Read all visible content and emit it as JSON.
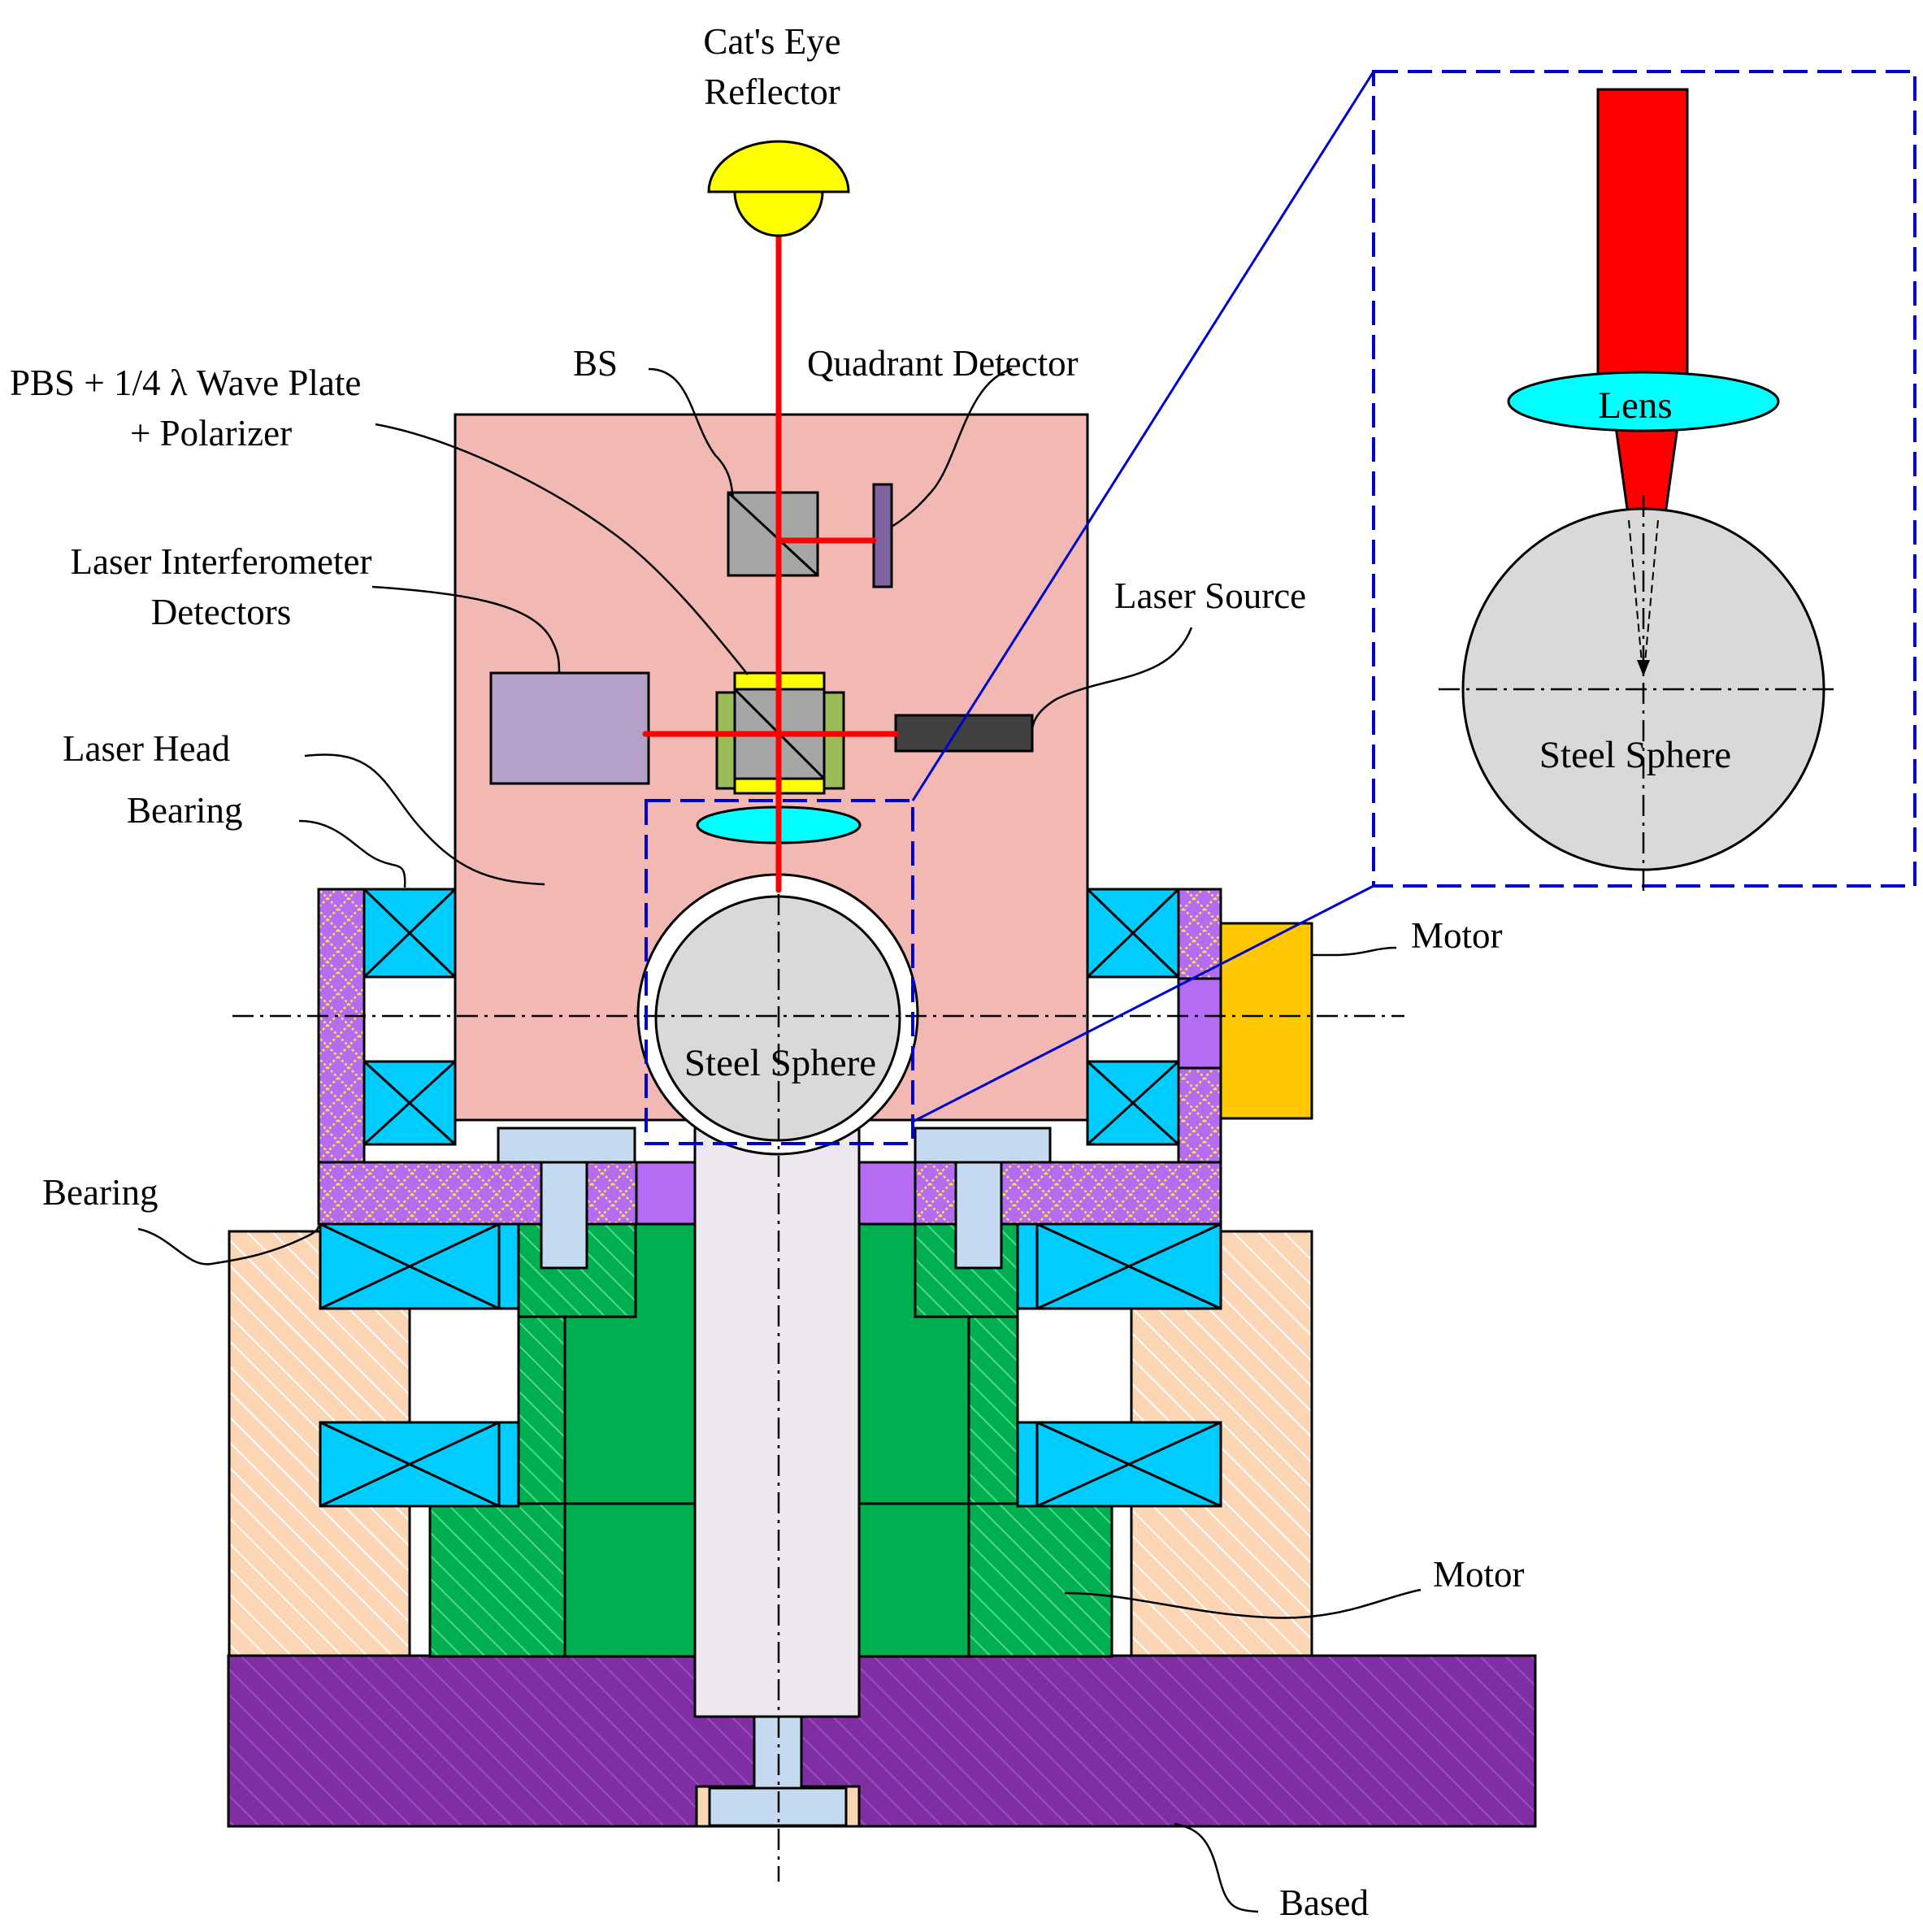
{
  "labels": {
    "cats_eye_line1": "Cat's Eye",
    "cats_eye_line2": "Reflector",
    "bs": "BS",
    "quadrant_detector": "Quadrant Detector",
    "pbs_line1": "PBS + 1/4 λ  Wave Plate",
    "pbs_line2": "+ Polarizer",
    "interferometer_line1": "Laser Interferometer",
    "interferometer_line2": "Detectors",
    "laser_source": "Laser Source",
    "laser_head": "Laser Head",
    "bearing_upper": "Bearing",
    "bearing_lower": "Bearing",
    "motor_side": "Motor",
    "motor_bottom": "Motor",
    "based": "Based",
    "steel_sphere_main": "Steel Sphere",
    "steel_sphere_zoom": "Steel Sphere",
    "lens_zoom": "Lens"
  },
  "colors": {
    "laser_beam": "#ff0000",
    "laser_head": "#f2b8b4",
    "reflector": "#ffff00",
    "bearing": "#00ccff",
    "bearing_frame": "#b56cf4",
    "rotor": "#00b050",
    "base": "#7f2ea3",
    "housing": "#fcd5b5",
    "motor_side": "#ffc800",
    "sphere": "#d9d9d9",
    "lens": "#00ffff",
    "shaft": "#ede8f0",
    "detector": "#b4a0c8",
    "zoom_frame": "#0000cc"
  }
}
